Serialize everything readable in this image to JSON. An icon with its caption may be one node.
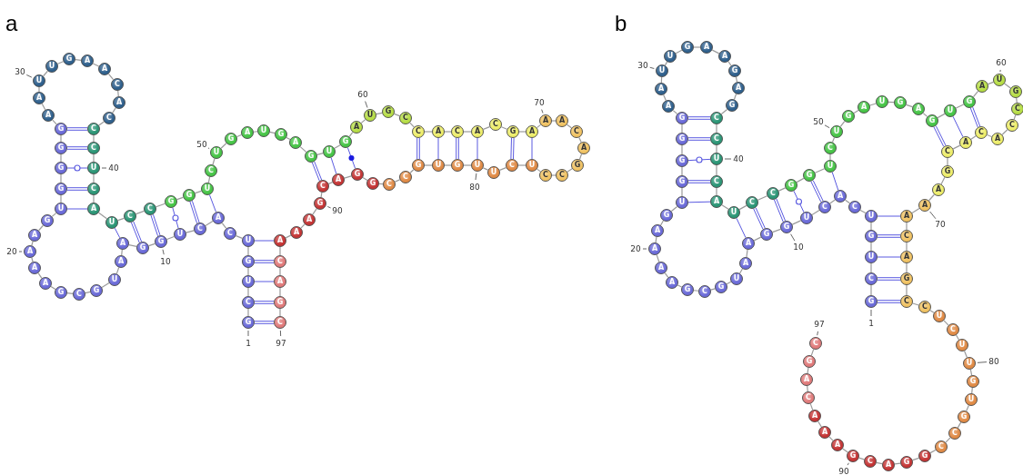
{
  "diagram": {
    "nodes": [
      {
        "text": [
          "G"
        ],
        "beside": [
          "1"
        ]
      },
      {
        "text": [
          "C"
        ]
      },
      {
        "text": [
          "U"
        ]
      },
      {
        "text": [
          "G"
        ]
      },
      {
        "text": [
          "U"
        ]
      },
      {
        "text": [
          "C"
        ]
      },
      {
        "text": [
          "A"
        ]
      },
      {
        "text": [
          "C"
        ]
      },
      {
        "text": [
          "U"
        ]
      },
      {
        "text": [
          "G"
        ],
        "beside": [
          "10"
        ]
      },
      {
        "text": [
          "G"
        ]
      },
      {
        "text": [
          "A"
        ]
      },
      {
        "text": [
          "A"
        ]
      },
      {
        "text": [
          "U"
        ]
      },
      {
        "text": [
          "G"
        ]
      },
      {
        "text": [
          "C"
        ]
      },
      {
        "text": [
          "G"
        ]
      },
      {
        "text": [
          "A"
        ]
      },
      {
        "text": [
          "A"
        ]
      },
      {
        "text": [
          "A"
        ],
        "beside": [
          "20"
        ]
      },
      {
        "text": [
          "A"
        ]
      },
      {
        "text": [
          "G"
        ]
      },
      {
        "text": [
          "U"
        ]
      },
      {
        "text": [
          "G"
        ]
      },
      {
        "text": [
          "G"
        ]
      },
      {
        "text": [
          "G"
        ]
      },
      {
        "text": [
          "G"
        ]
      },
      {
        "text": [
          "A"
        ]
      },
      {
        "text": [
          "A"
        ]
      },
      {
        "text": [
          "U"
        ],
        "beside": [
          "30"
        ]
      },
      {
        "text": [
          "U"
        ]
      },
      {
        "text": [
          "G"
        ]
      },
      {
        "text": [
          "A"
        ]
      },
      {
        "text": [
          "A"
        ]
      },
      {
        "text": [
          "C"
        ]
      },
      {
        "text": [
          "A"
        ]
      },
      {
        "text": [
          "C"
        ]
      },
      {
        "text": [
          "C"
        ]
      },
      {
        "text": [
          "C"
        ]
      },
      {
        "text": [
          "U"
        ],
        "beside": [
          "40"
        ]
      },
      {
        "text": [
          "C"
        ]
      },
      {
        "text": [
          "A"
        ]
      },
      {
        "text": [
          "U"
        ]
      },
      {
        "text": [
          "C"
        ]
      },
      {
        "text": [
          "C"
        ]
      },
      {
        "text": [
          "G"
        ]
      },
      {
        "text": [
          "G"
        ]
      },
      {
        "text": [
          "U"
        ]
      },
      {
        "text": [
          "C"
        ]
      },
      {
        "text": [
          "U"
        ],
        "beside": [
          "50"
        ]
      },
      {
        "text": [
          "G"
        ]
      },
      {
        "text": [
          "A"
        ]
      },
      {
        "text": [
          "U"
        ]
      },
      {
        "text": [
          "G"
        ]
      },
      {
        "text": [
          "A"
        ]
      },
      {
        "text": [
          "G"
        ]
      },
      {
        "text": [
          "U"
        ]
      },
      {
        "text": [
          "G"
        ]
      },
      {
        "text": [
          "A"
        ]
      },
      {
        "text": [
          "U"
        ],
        "beside": [
          "60"
        ]
      },
      {
        "text": [
          "G"
        ]
      },
      {
        "text": [
          "C"
        ]
      },
      {
        "text": [
          "C"
        ]
      },
      {
        "text": [
          "A"
        ]
      },
      {
        "text": [
          "C"
        ]
      },
      {
        "text": [
          "A"
        ]
      },
      {
        "text": [
          "C"
        ]
      },
      {
        "text": [
          "G"
        ]
      },
      {
        "text": [
          "A"
        ]
      },
      {
        "text": [
          "A"
        ],
        "beside": [
          "70"
        ]
      },
      {
        "text": [
          "A"
        ]
      },
      {
        "text": [
          "C"
        ]
      },
      {
        "text": [
          "A"
        ]
      },
      {
        "text": [
          "G"
        ]
      },
      {
        "text": [
          "C"
        ]
      },
      {
        "text": [
          "C"
        ]
      },
      {
        "text": [
          "U"
        ]
      },
      {
        "text": [
          "C"
        ]
      },
      {
        "text": [
          "U"
        ]
      },
      {
        "text": [
          "U"
        ],
        "beside": [
          "80"
        ]
      },
      {
        "text": [
          "G"
        ]
      },
      {
        "text": [
          "U"
        ]
      },
      {
        "text": [
          "G"
        ]
      },
      {
        "text": [
          "C"
        ]
      },
      {
        "text": [
          "C"
        ]
      },
      {
        "text": [
          "G"
        ]
      },
      {
        "text": [
          "G"
        ]
      },
      {
        "text": [
          "A"
        ]
      },
      {
        "text": [
          "C"
        ]
      },
      {
        "text": [
          "G"
        ],
        "beside": [
          "90"
        ]
      },
      {
        "text": [
          "A"
        ]
      },
      {
        "text": [
          "A"
        ]
      },
      {
        "text": [
          "A"
        ]
      },
      {
        "text": [
          "C"
        ]
      },
      {
        "text": [
          "A"
        ]
      },
      {
        "text": [
          "G"
        ]
      },
      {
        "text": [
          "C"
        ],
        "beside": [
          "97"
        ]
      },
      {
        "text": [
          "G"
        ],
        "beside": [
          "1"
        ]
      },
      {
        "text": [
          "C"
        ]
      },
      {
        "text": [
          "U"
        ]
      },
      {
        "text": [
          "G"
        ]
      },
      {
        "text": [
          "U"
        ]
      },
      {
        "text": [
          "C"
        ]
      },
      {
        "text": [
          "A"
        ]
      },
      {
        "text": [
          "C"
        ]
      },
      {
        "text": [
          "U"
        ]
      },
      {
        "text": [
          "G"
        ],
        "beside": [
          "10"
        ]
      },
      {
        "text": [
          "G"
        ]
      },
      {
        "text": [
          "A"
        ]
      },
      {
        "text": [
          "A"
        ]
      },
      {
        "text": [
          "U"
        ]
      },
      {
        "text": [
          "G"
        ]
      },
      {
        "text": [
          "C"
        ]
      },
      {
        "text": [
          "G"
        ]
      },
      {
        "text": [
          "A"
        ]
      },
      {
        "text": [
          "A"
        ]
      },
      {
        "text": [
          "A"
        ],
        "beside": [
          "20"
        ]
      },
      {
        "text": [
          "A"
        ]
      },
      {
        "text": [
          "G"
        ]
      },
      {
        "text": [
          "U"
        ]
      },
      {
        "text": [
          "G"
        ]
      },
      {
        "text": [
          "G"
        ]
      },
      {
        "text": [
          "G"
        ]
      },
      {
        "text": [
          "G"
        ]
      },
      {
        "text": [
          "A"
        ]
      },
      {
        "text": [
          "A"
        ]
      },
      {
        "text": [
          "U"
        ],
        "beside": [
          "30"
        ]
      },
      {
        "text": [
          "U"
        ]
      },
      {
        "text": [
          "G"
        ]
      },
      {
        "text": [
          "A"
        ]
      },
      {
        "text": [
          "A"
        ]
      },
      {
        "text": [
          "G"
        ]
      },
      {
        "text": [
          "A"
        ]
      },
      {
        "text": [
          "G"
        ]
      },
      {
        "text": [
          "C"
        ]
      },
      {
        "text": [
          "C"
        ]
      },
      {
        "text": [
          "U"
        ],
        "beside": [
          "40"
        ]
      },
      {
        "text": [
          "C"
        ]
      },
      {
        "text": [
          "A"
        ]
      },
      {
        "text": [
          "U"
        ]
      },
      {
        "text": [
          "C"
        ]
      },
      {
        "text": [
          "C"
        ]
      },
      {
        "text": [
          "G"
        ]
      },
      {
        "text": [
          "G"
        ]
      },
      {
        "text": [
          "U"
        ]
      },
      {
        "text": [
          "C"
        ]
      },
      {
        "text": [
          "U"
        ],
        "beside": [
          "50"
        ]
      },
      {
        "text": [
          "G"
        ]
      },
      {
        "text": [
          "A"
        ]
      },
      {
        "text": [
          "U"
        ]
      },
      {
        "text": [
          "G"
        ]
      },
      {
        "text": [
          "A"
        ]
      },
      {
        "text": [
          "G"
        ]
      },
      {
        "text": [
          "U"
        ]
      },
      {
        "text": [
          "G"
        ]
      },
      {
        "text": [
          "A"
        ]
      },
      {
        "text": [
          "U"
        ],
        "beside": [
          "60"
        ]
      },
      {
        "text": [
          "G"
        ]
      },
      {
        "text": [
          "C"
        ]
      },
      {
        "text": [
          "C"
        ]
      },
      {
        "text": [
          "A"
        ]
      },
      {
        "text": [
          "C"
        ]
      },
      {
        "text": [
          "A"
        ]
      },
      {
        "text": [
          "C"
        ]
      },
      {
        "text": [
          "G"
        ]
      },
      {
        "text": [
          "A"
        ]
      },
      {
        "text": [
          "A"
        ],
        "beside": [
          "70"
        ]
      },
      {
        "text": [
          "A"
        ]
      },
      {
        "text": [
          "C"
        ]
      },
      {
        "text": [
          "A"
        ]
      },
      {
        "text": [
          "G"
        ]
      },
      {
        "text": [
          "C"
        ]
      },
      {
        "text": [
          "C"
        ]
      },
      {
        "text": [
          "U"
        ]
      },
      {
        "text": [
          "C"
        ]
      },
      {
        "text": [
          "U"
        ]
      },
      {
        "text": [
          "U"
        ],
        "beside": [
          "80"
        ]
      },
      {
        "text": [
          "G"
        ]
      },
      {
        "text": [
          "U"
        ]
      },
      {
        "text": [
          "G"
        ]
      },
      {
        "text": [
          "C"
        ]
      },
      {
        "text": [
          "C"
        ]
      },
      {
        "text": [
          "G"
        ]
      },
      {
        "text": [
          "G"
        ]
      },
      {
        "text": [
          "A"
        ]
      },
      {
        "text": [
          "C"
        ]
      },
      {
        "text": [
          "G"
        ],
        "beside": [
          "90"
        ]
      },
      {
        "text": [
          "A"
        ]
      },
      {
        "text": [
          "A"
        ]
      },
      {
        "text": [
          "A"
        ]
      },
      {
        "text": [
          "C"
        ]
      },
      {
        "text": [
          "A"
        ]
      },
      {
        "text": [
          "G"
        ]
      },
      {
        "text": [
          "C"
        ],
        "beside": [
          "97"
        ]
      }
    ],
    "edges": [
      {
        "from": 0,
        "to": 1,
        "arrow": "none"
      },
      {
        "from": 1,
        "to": 2,
        "arrow": "none"
      },
      {
        "from": 2,
        "to": 3,
        "arrow": "none"
      },
      {
        "from": 3,
        "to": 4,
        "arrow": "none"
      },
      {
        "from": 4,
        "to": 5,
        "arrow": "none"
      },
      {
        "from": 5,
        "to": 6,
        "arrow": "none"
      },
      {
        "from": 6,
        "to": 7,
        "arrow": "none"
      },
      {
        "from": 7,
        "to": 8,
        "arrow": "none"
      },
      {
        "from": 8,
        "to": 9,
        "arrow": "none"
      },
      {
        "from": 9,
        "to": 10,
        "arrow": "none"
      },
      {
        "from": 10,
        "to": 11,
        "arrow": "none"
      },
      {
        "from": 11,
        "to": 12,
        "arrow": "none"
      },
      {
        "from": 12,
        "to": 13,
        "arrow": "none"
      },
      {
        "from": 13,
        "to": 14,
        "arrow": "none"
      },
      {
        "from": 14,
        "to": 15,
        "arrow": "none"
      },
      {
        "from": 15,
        "to": 16,
        "arrow": "none"
      },
      {
        "from": 16,
        "to": 17,
        "arrow": "none"
      },
      {
        "from": 17,
        "to": 18,
        "arrow": "none"
      },
      {
        "from": 18,
        "to": 19,
        "arrow": "none"
      },
      {
        "from": 19,
        "to": 20,
        "arrow": "none"
      },
      {
        "from": 20,
        "to": 21,
        "arrow": "none"
      },
      {
        "from": 21,
        "to": 22,
        "arrow": "none"
      },
      {
        "from": 22,
        "to": 23,
        "arrow": "none"
      },
      {
        "from": 23,
        "to": 24,
        "arrow": "none"
      },
      {
        "from": 24,
        "to": 25,
        "arrow": "none"
      },
      {
        "from": 25,
        "to": 26,
        "arrow": "none"
      },
      {
        "from": 26,
        "to": 27,
        "arrow": "none"
      },
      {
        "from": 27,
        "to": 28,
        "arrow": "none"
      },
      {
        "from": 28,
        "to": 29,
        "arrow": "none"
      },
      {
        "from": 29,
        "to": 30,
        "arrow": "none"
      },
      {
        "from": 30,
        "to": 31,
        "arrow": "none"
      },
      {
        "from": 31,
        "to": 32,
        "arrow": "none"
      },
      {
        "from": 32,
        "to": 33,
        "arrow": "none"
      },
      {
        "from": 33,
        "to": 34,
        "arrow": "none"
      },
      {
        "from": 34,
        "to": 35,
        "arrow": "none"
      },
      {
        "from": 35,
        "to": 36,
        "arrow": "none"
      },
      {
        "from": 36,
        "to": 37,
        "arrow": "none"
      },
      {
        "from": 37,
        "to": 38,
        "arrow": "none"
      },
      {
        "from": 38,
        "to": 39,
        "arrow": "none"
      },
      {
        "from": 39,
        "to": 40,
        "arrow": "none"
      },
      {
        "from": 40,
        "to": 41,
        "arrow": "none"
      },
      {
        "from": 41,
        "to": 42,
        "arrow": "none"
      },
      {
        "from": 42,
        "to": 43,
        "arrow": "none"
      },
      {
        "from": 43,
        "to": 44,
        "arrow": "none"
      },
      {
        "from": 44,
        "to": 45,
        "arrow": "none"
      },
      {
        "from": 45,
        "to": 46,
        "arrow": "none"
      },
      {
        "from": 46,
        "to": 47,
        "arrow": "none"
      },
      {
        "from": 47,
        "to": 48,
        "arrow": "none"
      },
      {
        "from": 48,
        "to": 49,
        "arrow": "none"
      },
      {
        "from": 49,
        "to": 50,
        "arrow": "none"
      },
      {
        "from": 50,
        "to": 51,
        "arrow": "none"
      },
      {
        "from": 51,
        "to": 52,
        "arrow": "none"
      },
      {
        "from": 52,
        "to": 53,
        "arrow": "none"
      },
      {
        "from": 53,
        "to": 54,
        "arrow": "none"
      },
      {
        "from": 54,
        "to": 55,
        "arrow": "none"
      },
      {
        "from": 55,
        "to": 56,
        "arrow": "none"
      },
      {
        "from": 56,
        "to": 57,
        "arrow": "none"
      },
      {
        "from": 57,
        "to": 58,
        "arrow": "none"
      },
      {
        "from": 58,
        "to": 59,
        "arrow": "none"
      },
      {
        "from": 59,
        "to": 60,
        "arrow": "none"
      },
      {
        "from": 60,
        "to": 61,
        "arrow": "none"
      },
      {
        "from": 61,
        "to": 62,
        "arrow": "none"
      },
      {
        "from": 62,
        "to": 63,
        "arrow": "none"
      },
      {
        "from": 63,
        "to": 64,
        "arrow": "none"
      },
      {
        "from": 64,
        "to": 65,
        "arrow": "none"
      },
      {
        "from": 65,
        "to": 66,
        "arrow": "none"
      },
      {
        "from": 66,
        "to": 67,
        "arrow": "none"
      },
      {
        "from": 67,
        "to": 68,
        "arrow": "none"
      },
      {
        "from": 68,
        "to": 69,
        "arrow": "none"
      },
      {
        "from": 69,
        "to": 70,
        "arrow": "none"
      },
      {
        "from": 70,
        "to": 71,
        "arrow": "none"
      },
      {
        "from": 71,
        "to": 72,
        "arrow": "none"
      },
      {
        "from": 72,
        "to": 73,
        "arrow": "none"
      },
      {
        "from": 73,
        "to": 74,
        "arrow": "none"
      },
      {
        "from": 74,
        "to": 75,
        "arrow": "none"
      },
      {
        "from": 75,
        "to": 76,
        "arrow": "none"
      },
      {
        "from": 76,
        "to": 77,
        "arrow": "none"
      },
      {
        "from": 77,
        "to": 78,
        "arrow": "none"
      },
      {
        "from": 78,
        "to": 79,
        "arrow": "none"
      },
      {
        "from": 79,
        "to": 80,
        "arrow": "none"
      },
      {
        "from": 80,
        "to": 81,
        "arrow": "none"
      },
      {
        "from": 81,
        "to": 82,
        "arrow": "none"
      },
      {
        "from": 82,
        "to": 83,
        "arrow": "none"
      },
      {
        "from": 83,
        "to": 84,
        "arrow": "none"
      },
      {
        "from": 84,
        "to": 85,
        "arrow": "none"
      },
      {
        "from": 85,
        "to": 86,
        "arrow": "none"
      },
      {
        "from": 86,
        "to": 87,
        "arrow": "none"
      },
      {
        "from": 87,
        "to": 88,
        "arrow": "none"
      },
      {
        "from": 88,
        "to": 89,
        "arrow": "none"
      },
      {
        "from": 89,
        "to": 90,
        "arrow": "none"
      },
      {
        "from": 90,
        "to": 91,
        "arrow": "none"
      },
      {
        "from": 91,
        "to": 92,
        "arrow": "none"
      },
      {
        "from": 92,
        "to": 93,
        "arrow": "none"
      },
      {
        "from": 93,
        "to": 94,
        "arrow": "none"
      },
      {
        "from": 94,
        "to": 95,
        "arrow": "none"
      },
      {
        "from": 95,
        "to": 96,
        "arrow": "none"
      },
      {
        "from": 0,
        "to": 96,
        "arrow": "none",
        "color": "#5a5ae0"
      },
      {
        "from": 1,
        "to": 95,
        "arrow": "none",
        "color": "#5a5ae0"
      },
      {
        "from": 2,
        "to": 94,
        "arrow": "none",
        "color": "#5a5ae0"
      },
      {
        "from": 3,
        "to": 93,
        "arrow": "none",
        "color": "#5a5ae0"
      },
      {
        "from": 4,
        "to": 92,
        "arrow": "none",
        "color": "#5a5ae0"
      },
      {
        "from": 6,
        "to": 47,
        "arrow": "none",
        "color": "#5a5ae0"
      },
      {
        "from": 7,
        "to": 46,
        "arrow": "none",
        "color": "#5a5ae0"
      },
      {
        "from": 8,
        "to": 45,
        "arrow": "none",
        "color": "#5a5ae0"
      },
      {
        "from": 9,
        "to": 44,
        "arrow": "none",
        "color": "#5a5ae0"
      },
      {
        "from": 10,
        "to": 43,
        "arrow": "none",
        "color": "#5a5ae0"
      },
      {
        "from": 11,
        "to": 42,
        "arrow": "none",
        "color": "#5a5ae0"
      },
      {
        "from": 22,
        "to": 41,
        "arrow": "none",
        "color": "#5a5ae0"
      },
      {
        "from": 23,
        "to": 40,
        "arrow": "none",
        "color": "#5a5ae0"
      },
      {
        "from": 24,
        "to": 39,
        "arrow": "none",
        "color": "#5a5ae0"
      },
      {
        "from": 25,
        "to": 38,
        "arrow": "none",
        "color": "#5a5ae0"
      },
      {
        "from": 26,
        "to": 37,
        "arrow": "none",
        "color": "#5a5ae0"
      },
      {
        "from": 55,
        "to": 88,
        "arrow": "none",
        "color": "#5a5ae0"
      },
      {
        "from": 56,
        "to": 87,
        "arrow": "none",
        "color": "#5a5ae0"
      },
      {
        "from": 57,
        "to": 86,
        "arrow": "none",
        "color": "#5a5ae0"
      },
      {
        "from": 62,
        "to": 82,
        "arrow": "none",
        "color": "#5a5ae0"
      },
      {
        "from": 63,
        "to": 81,
        "arrow": "none",
        "color": "#5a5ae0"
      },
      {
        "from": 64,
        "to": 80,
        "arrow": "none",
        "color": "#5a5ae0"
      },
      {
        "from": 65,
        "to": 79,
        "arrow": "none",
        "color": "#5a5ae0"
      },
      {
        "from": 67,
        "to": 77,
        "arrow": "none",
        "color": "#5a5ae0"
      },
      {
        "from": 68,
        "to": 76,
        "arrow": "none",
        "color": "#5a5ae0"
      },
      {
        "from": 97,
        "to": 98,
        "arrow": "none"
      },
      {
        "from": 98,
        "to": 99,
        "arrow": "none"
      },
      {
        "from": 99,
        "to": 100,
        "arrow": "none"
      },
      {
        "from": 100,
        "to": 101,
        "arrow": "none"
      },
      {
        "from": 101,
        "to": 102,
        "arrow": "none"
      },
      {
        "from": 102,
        "to": 103,
        "arrow": "none"
      },
      {
        "from": 103,
        "to": 104,
        "arrow": "none"
      },
      {
        "from": 104,
        "to": 105,
        "arrow": "none"
      },
      {
        "from": 105,
        "to": 106,
        "arrow": "none"
      },
      {
        "from": 106,
        "to": 107,
        "arrow": "none"
      },
      {
        "from": 107,
        "to": 108,
        "arrow": "none"
      },
      {
        "from": 108,
        "to": 109,
        "arrow": "none"
      },
      {
        "from": 109,
        "to": 110,
        "arrow": "none"
      },
      {
        "from": 110,
        "to": 111,
        "arrow": "none"
      },
      {
        "from": 111,
        "to": 112,
        "arrow": "none"
      },
      {
        "from": 112,
        "to": 113,
        "arrow": "none"
      },
      {
        "from": 113,
        "to": 114,
        "arrow": "none"
      },
      {
        "from": 114,
        "to": 115,
        "arrow": "none"
      },
      {
        "from": 115,
        "to": 116,
        "arrow": "none"
      },
      {
        "from": 116,
        "to": 117,
        "arrow": "none"
      },
      {
        "from": 117,
        "to": 118,
        "arrow": "none"
      },
      {
        "from": 118,
        "to": 119,
        "arrow": "none"
      },
      {
        "from": 119,
        "to": 120,
        "arrow": "none"
      },
      {
        "from": 120,
        "to": 121,
        "arrow": "none"
      },
      {
        "from": 121,
        "to": 122,
        "arrow": "none"
      },
      {
        "from": 122,
        "to": 123,
        "arrow": "none"
      },
      {
        "from": 123,
        "to": 124,
        "arrow": "none"
      },
      {
        "from": 124,
        "to": 125,
        "arrow": "none"
      },
      {
        "from": 125,
        "to": 126,
        "arrow": "none"
      },
      {
        "from": 126,
        "to": 127,
        "arrow": "none"
      },
      {
        "from": 127,
        "to": 128,
        "arrow": "none"
      },
      {
        "from": 128,
        "to": 129,
        "arrow": "none"
      },
      {
        "from": 129,
        "to": 130,
        "arrow": "none"
      },
      {
        "from": 130,
        "to": 131,
        "arrow": "none"
      },
      {
        "from": 131,
        "to": 132,
        "arrow": "none"
      },
      {
        "from": 132,
        "to": 133,
        "arrow": "none"
      },
      {
        "from": 133,
        "to": 134,
        "arrow": "none"
      },
      {
        "from": 134,
        "to": 135,
        "arrow": "none"
      },
      {
        "from": 135,
        "to": 136,
        "arrow": "none"
      },
      {
        "from": 136,
        "to": 137,
        "arrow": "none"
      },
      {
        "from": 137,
        "to": 138,
        "arrow": "none"
      },
      {
        "from": 138,
        "to": 139,
        "arrow": "none"
      },
      {
        "from": 139,
        "to": 140,
        "arrow": "none"
      },
      {
        "from": 140,
        "to": 141,
        "arrow": "none"
      },
      {
        "from": 141,
        "to": 142,
        "arrow": "none"
      },
      {
        "from": 142,
        "to": 143,
        "arrow": "none"
      },
      {
        "from": 143,
        "to": 144,
        "arrow": "none"
      },
      {
        "from": 144,
        "to": 145,
        "arrow": "none"
      },
      {
        "from": 145,
        "to": 146,
        "arrow": "none"
      },
      {
        "from": 146,
        "to": 147,
        "arrow": "none"
      },
      {
        "from": 147,
        "to": 148,
        "arrow": "none"
      },
      {
        "from": 148,
        "to": 149,
        "arrow": "none"
      },
      {
        "from": 149,
        "to": 150,
        "arrow": "none"
      },
      {
        "from": 150,
        "to": 151,
        "arrow": "none"
      },
      {
        "from": 151,
        "to": 152,
        "arrow": "none"
      },
      {
        "from": 152,
        "to": 153,
        "arrow": "none"
      },
      {
        "from": 153,
        "to": 154,
        "arrow": "none"
      },
      {
        "from": 154,
        "to": 155,
        "arrow": "none"
      },
      {
        "from": 155,
        "to": 156,
        "arrow": "none"
      },
      {
        "from": 156,
        "to": 157,
        "arrow": "none"
      },
      {
        "from": 157,
        "to": 158,
        "arrow": "none"
      },
      {
        "from": 158,
        "to": 159,
        "arrow": "none"
      },
      {
        "from": 159,
        "to": 160,
        "arrow": "none"
      },
      {
        "from": 160,
        "to": 161,
        "arrow": "none"
      },
      {
        "from": 161,
        "to": 162,
        "arrow": "none"
      },
      {
        "from": 162,
        "to": 163,
        "arrow": "none"
      },
      {
        "from": 163,
        "to": 164,
        "arrow": "none"
      },
      {
        "from": 164,
        "to": 165,
        "arrow": "none"
      },
      {
        "from": 165,
        "to": 166,
        "arrow": "none"
      },
      {
        "from": 166,
        "to": 167,
        "arrow": "none"
      },
      {
        "from": 167,
        "to": 168,
        "arrow": "none"
      },
      {
        "from": 168,
        "to": 169,
        "arrow": "none"
      },
      {
        "from": 169,
        "to": 170,
        "arrow": "none"
      },
      {
        "from": 170,
        "to": 171,
        "arrow": "none"
      },
      {
        "from": 171,
        "to": 172,
        "arrow": "none"
      },
      {
        "from": 172,
        "to": 173,
        "arrow": "none"
      },
      {
        "from": 173,
        "to": 174,
        "arrow": "none"
      },
      {
        "from": 174,
        "to": 175,
        "arrow": "none"
      },
      {
        "from": 175,
        "to": 176,
        "arrow": "none"
      },
      {
        "from": 176,
        "to": 177,
        "arrow": "none"
      },
      {
        "from": 177,
        "to": 178,
        "arrow": "none"
      },
      {
        "from": 178,
        "to": 179,
        "arrow": "none"
      },
      {
        "from": 179,
        "to": 180,
        "arrow": "none"
      },
      {
        "from": 180,
        "to": 181,
        "arrow": "none"
      },
      {
        "from": 181,
        "to": 182,
        "arrow": "none"
      },
      {
        "from": 182,
        "to": 183,
        "arrow": "none"
      },
      {
        "from": 183,
        "to": 184,
        "arrow": "none"
      },
      {
        "from": 184,
        "to": 185,
        "arrow": "none"
      },
      {
        "from": 185,
        "to": 186,
        "arrow": "none"
      },
      {
        "from": 186,
        "to": 187,
        "arrow": "none"
      },
      {
        "from": 187,
        "to": 188,
        "arrow": "none"
      },
      {
        "from": 188,
        "to": 189,
        "arrow": "none"
      },
      {
        "from": 189,
        "to": 190,
        "arrow": "none"
      },
      {
        "from": 190,
        "to": 191,
        "arrow": "none"
      },
      {
        "from": 191,
        "to": 192,
        "arrow": "none"
      },
      {
        "from": 192,
        "to": 193,
        "arrow": "none"
      },
      {
        "from": 97,
        "to": 171,
        "arrow": "none",
        "color": "#5a5ae0"
      },
      {
        "from": 98,
        "to": 170,
        "arrow": "none",
        "color": "#5a5ae0"
      },
      {
        "from": 99,
        "to": 169,
        "arrow": "none",
        "color": "#5a5ae0"
      },
      {
        "from": 100,
        "to": 168,
        "arrow": "none",
        "color": "#5a5ae0"
      },
      {
        "from": 101,
        "to": 167,
        "arrow": "none",
        "color": "#5a5ae0"
      },
      {
        "from": 103,
        "to": 144,
        "arrow": "none",
        "color": "#5a5ae0"
      },
      {
        "from": 104,
        "to": 143,
        "arrow": "none",
        "color": "#5a5ae0"
      },
      {
        "from": 105,
        "to": 142,
        "arrow": "none",
        "color": "#5a5ae0"
      },
      {
        "from": 106,
        "to": 141,
        "arrow": "none",
        "color": "#5a5ae0"
      },
      {
        "from": 107,
        "to": 140,
        "arrow": "none",
        "color": "#5a5ae0"
      },
      {
        "from": 108,
        "to": 139,
        "arrow": "none",
        "color": "#5a5ae0"
      },
      {
        "from": 119,
        "to": 138,
        "arrow": "none",
        "color": "#5a5ae0"
      },
      {
        "from": 120,
        "to": 137,
        "arrow": "none",
        "color": "#5a5ae0"
      },
      {
        "from": 121,
        "to": 136,
        "arrow": "none",
        "color": "#5a5ae0"
      },
      {
        "from": 122,
        "to": 135,
        "arrow": "none",
        "color": "#5a5ae0"
      },
      {
        "from": 123,
        "to": 134,
        "arrow": "none",
        "color": "#5a5ae0"
      },
      {
        "from": 152,
        "to": 163,
        "arrow": "none",
        "color": "#5a5ae0"
      },
      {
        "from": 153,
        "to": 162,
        "arrow": "none",
        "color": "#5a5ae0"
      },
      {
        "from": 154,
        "to": 161,
        "arrow": "none",
        "color": "#5a5ae0"
      }
    ],
    "labels": [
      "a",
      "b"
    ]
  }
}
